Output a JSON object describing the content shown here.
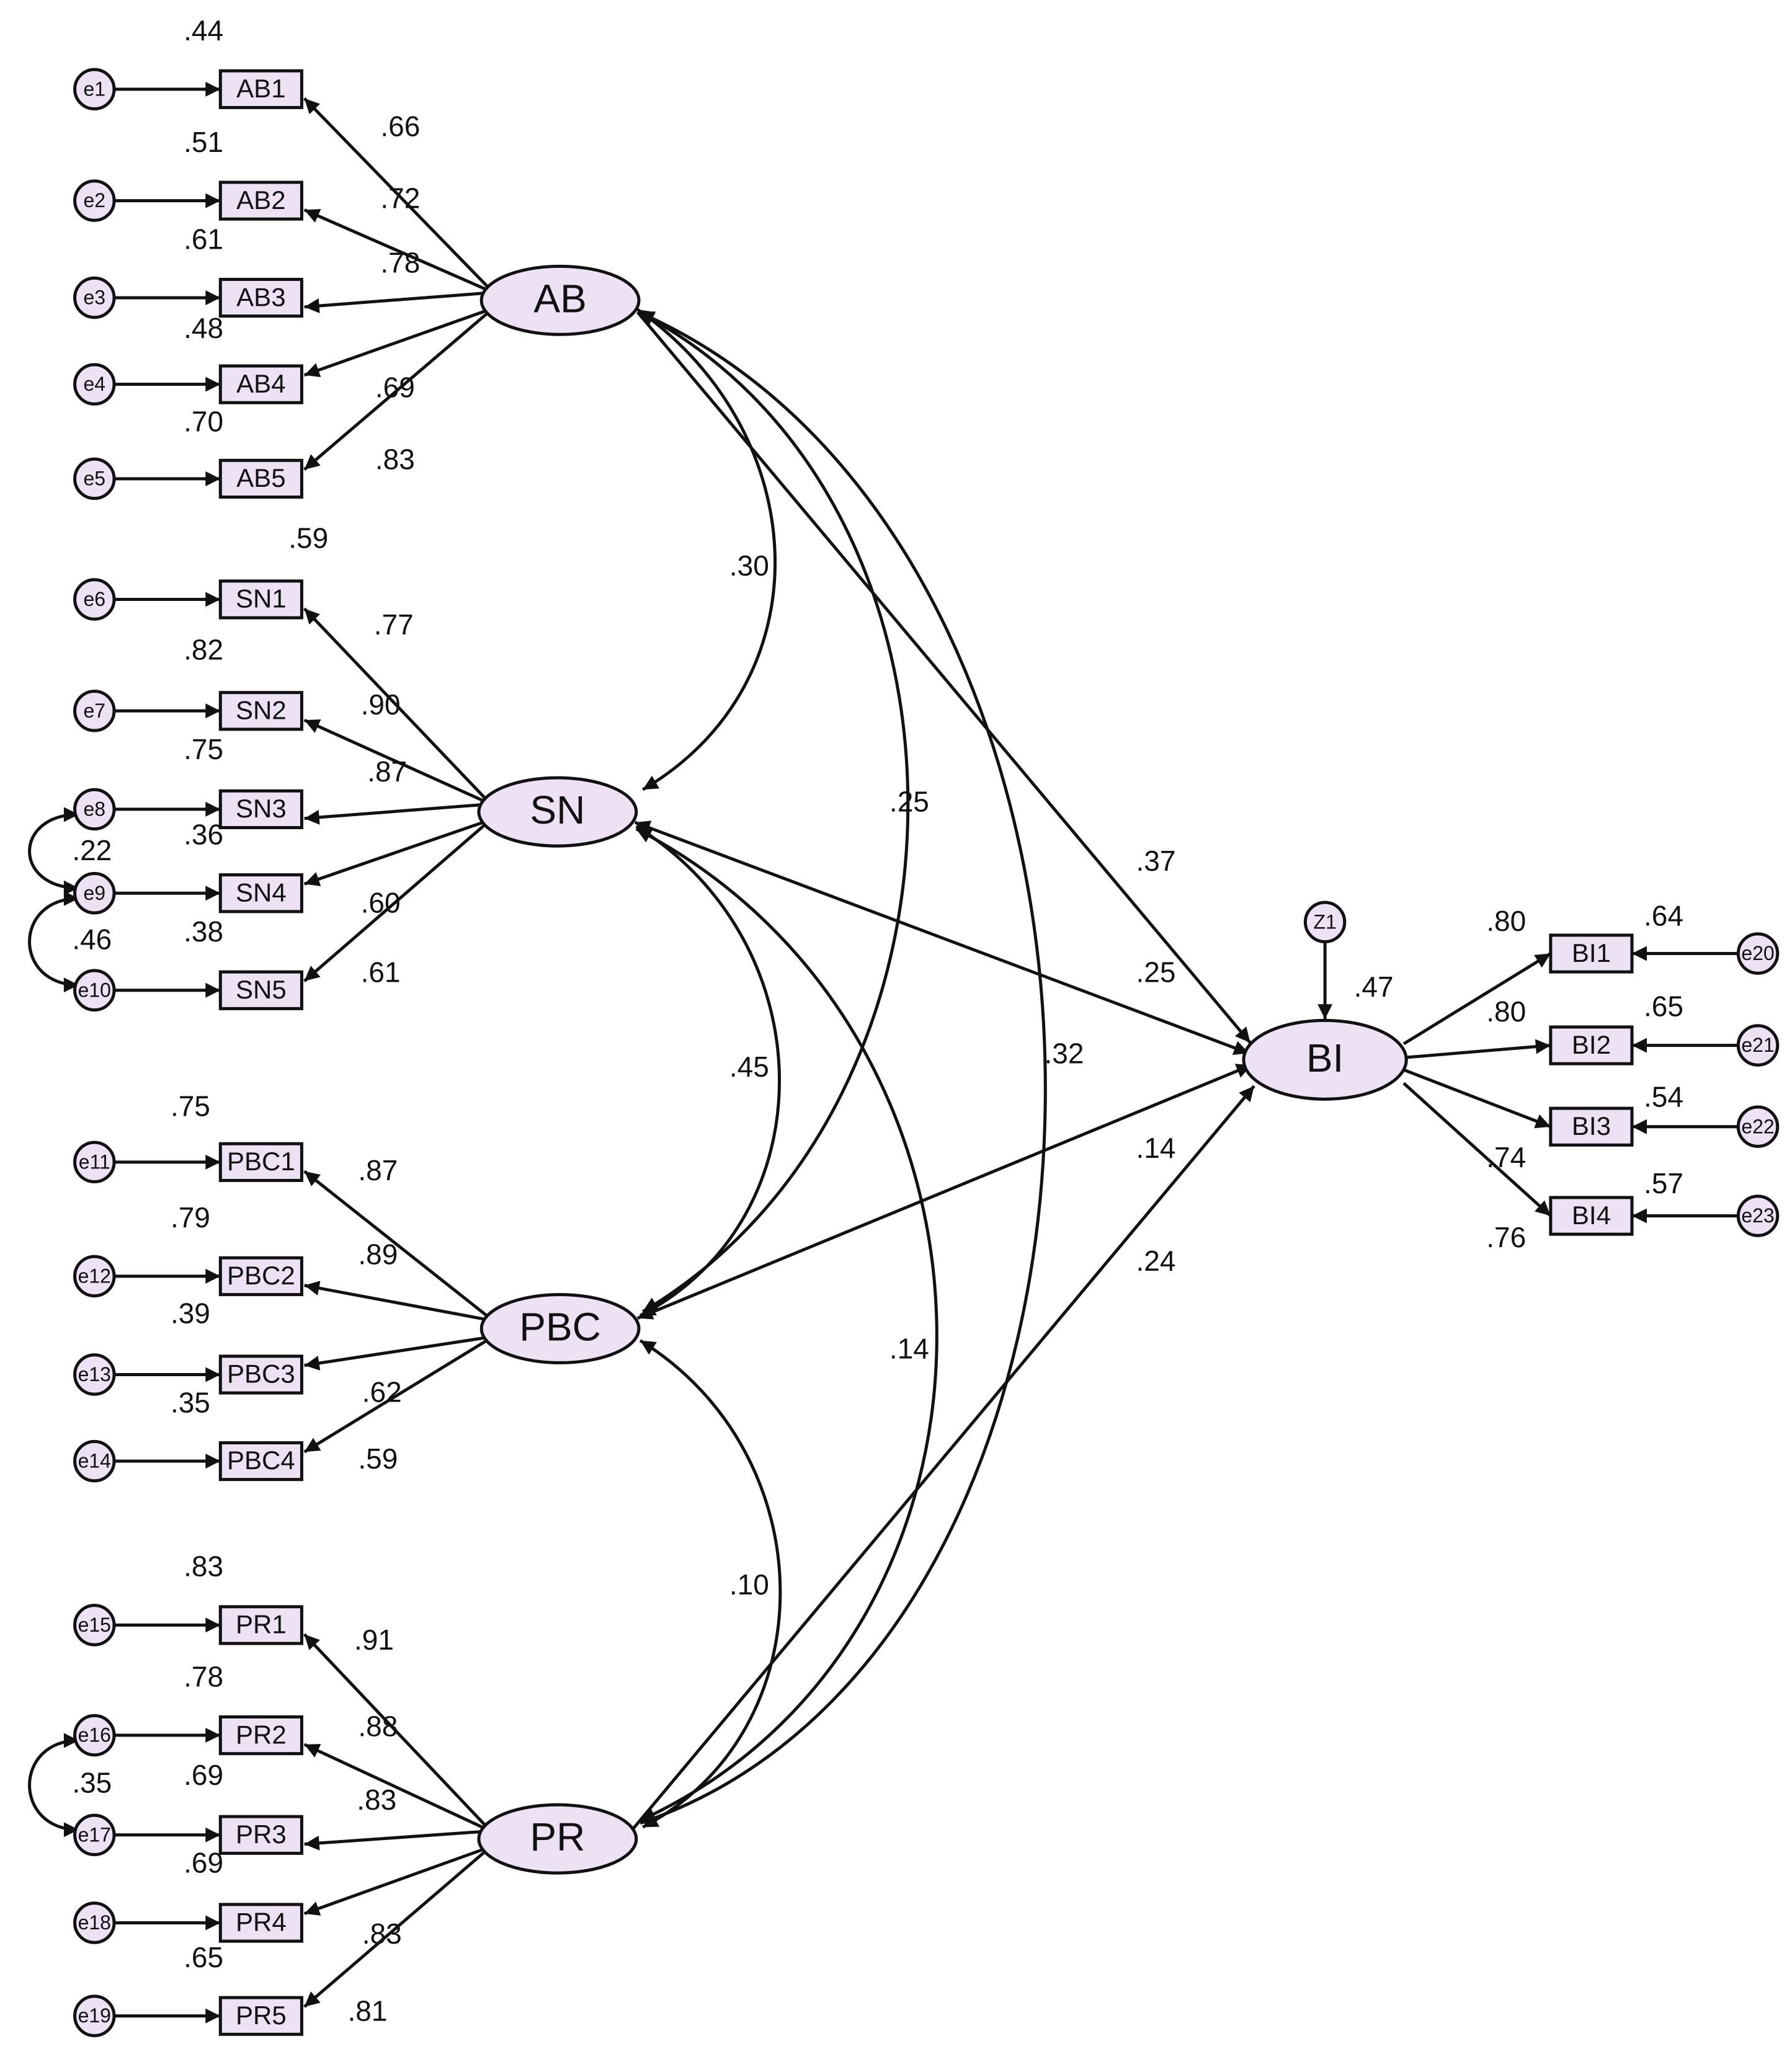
{
  "colors": {
    "node_fill": "#ede1f4",
    "stroke": "#111111",
    "background": "#ffffff"
  },
  "latents": [
    {
      "id": "AB",
      "label": "AB"
    },
    {
      "id": "SN",
      "label": "SN"
    },
    {
      "id": "PBC",
      "label": "PBC"
    },
    {
      "id": "PR",
      "label": "PR"
    },
    {
      "id": "BI",
      "label": "BI"
    }
  ],
  "indicators": [
    {
      "label": "AB1",
      "error": "e1",
      "r2": ".44",
      "loading": ".66"
    },
    {
      "label": "AB2",
      "error": "e2",
      "r2": ".51",
      "loading": ".72"
    },
    {
      "label": "AB3",
      "error": "e3",
      "r2": ".61",
      "loading": ".78"
    },
    {
      "label": "AB4",
      "error": "e4",
      "r2": ".48",
      "loading": ".69"
    },
    {
      "label": "AB5",
      "error": "e5",
      "r2": ".70",
      "loading": ".83"
    },
    {
      "label": "SN1",
      "error": "e6",
      "r2": ".59",
      "loading": ".77"
    },
    {
      "label": "SN2",
      "error": "e7",
      "r2": ".82",
      "loading": ".90"
    },
    {
      "label": "SN3",
      "error": "e8",
      "r2": ".75",
      "loading": ".87"
    },
    {
      "label": "SN4",
      "error": "e9",
      "r2": ".36",
      "loading": ".60"
    },
    {
      "label": "SN5",
      "error": "e10",
      "r2": ".38",
      "loading": ".61"
    },
    {
      "label": "PBC1",
      "error": "e11",
      "r2": ".75",
      "loading": ".87"
    },
    {
      "label": "PBC2",
      "error": "e12",
      "r2": ".79",
      "loading": ".89"
    },
    {
      "label": "PBC3",
      "error": "e13",
      "r2": ".39",
      "loading": ".62"
    },
    {
      "label": "PBC4",
      "error": "e14",
      "r2": ".35",
      "loading": ".59"
    },
    {
      "label": "PR1",
      "error": "e15",
      "r2": ".83",
      "loading": ".91"
    },
    {
      "label": "PR2",
      "error": "e16",
      "r2": ".78",
      "loading": ".88"
    },
    {
      "label": "PR3",
      "error": "e17",
      "r2": ".69",
      "loading": ".83"
    },
    {
      "label": "PR4",
      "error": "e18",
      "r2": ".69",
      "loading": ".83"
    },
    {
      "label": "PR5",
      "error": "e19",
      "r2": ".65",
      "loading": ".81"
    },
    {
      "label": "BI1",
      "error": "e20",
      "r2": ".64",
      "loading": ".80"
    },
    {
      "label": "BI2",
      "error": "e21",
      "r2": ".65",
      "loading": ".80"
    },
    {
      "label": "BI3",
      "error": "e22",
      "r2": ".54",
      "loading": ".74"
    },
    {
      "label": "BI4",
      "error": "e23",
      "r2": ".57",
      "loading": ".76"
    }
  ],
  "disturbance": {
    "label": "Z1",
    "bi_r2": ".47"
  },
  "error_covariances": [
    {
      "between": "e8-e9",
      "value": ".22"
    },
    {
      "between": "e9-e10",
      "value": ".46"
    },
    {
      "between": "e16-e17",
      "value": ".35"
    }
  ],
  "factor_covariances": [
    {
      "between": "AB-SN",
      "value": ".30"
    },
    {
      "between": "AB-PBC",
      "value": ".25"
    },
    {
      "between": "AB-PR",
      "value": ".32"
    },
    {
      "between": "SN-PBC",
      "value": ".45"
    },
    {
      "between": "SN-PR",
      "value": ".14"
    },
    {
      "between": "PBC-PR",
      "value": ".10"
    }
  ],
  "structural_paths": [
    {
      "from": "AB",
      "to": "BI",
      "value": ".37"
    },
    {
      "from": "SN",
      "to": "BI",
      "value": ".25"
    },
    {
      "from": "PBC",
      "to": "BI",
      "value": ".14"
    },
    {
      "from": "PR",
      "to": "BI",
      "value": ".24"
    }
  ]
}
